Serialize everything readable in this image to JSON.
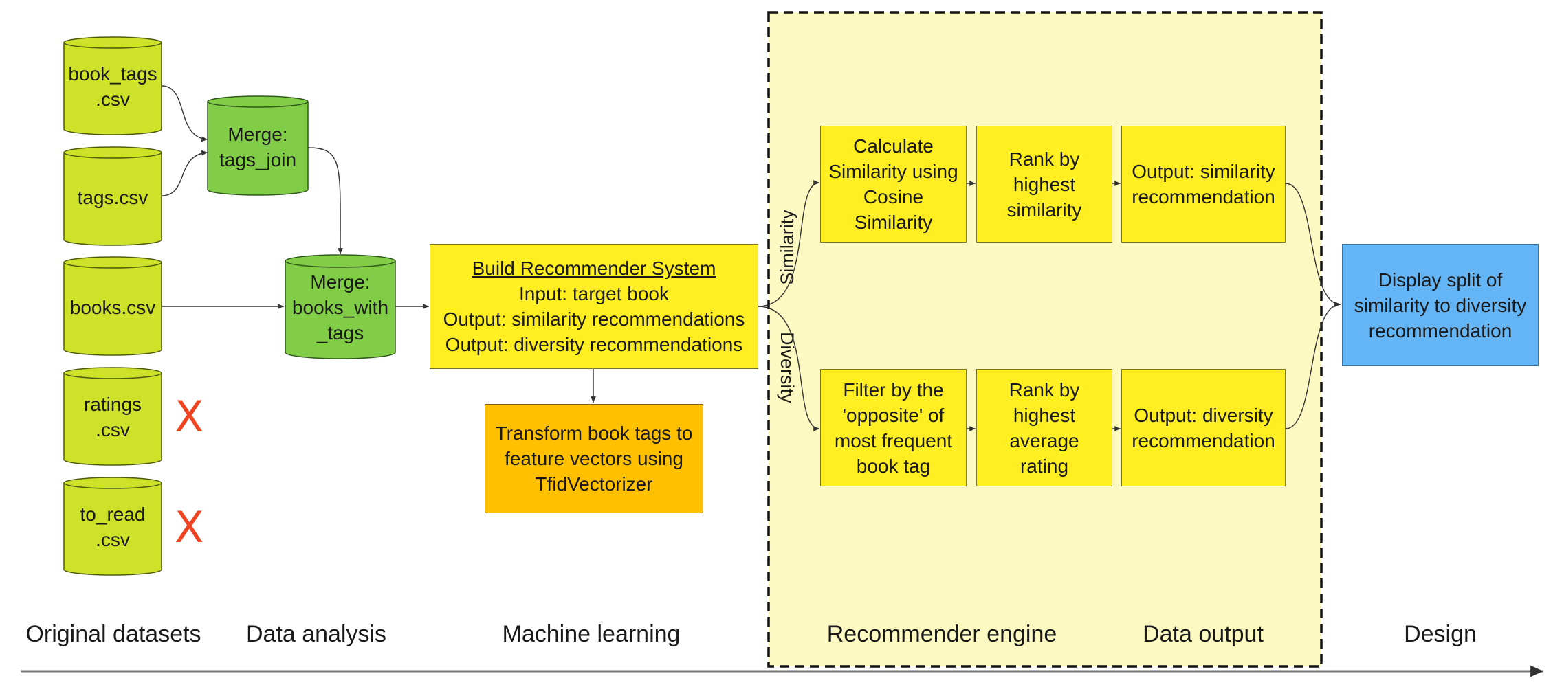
{
  "datasets": [
    {
      "line1": "book_tags",
      "line2": ".csv",
      "excluded": false
    },
    {
      "line1": "tags.csv",
      "line2": "",
      "excluded": false
    },
    {
      "line1": "books.csv",
      "line2": "",
      "excluded": false
    },
    {
      "line1": "ratings",
      "line2": ".csv",
      "excluded": true
    },
    {
      "line1": "to_read",
      "line2": ".csv",
      "excluded": true
    }
  ],
  "excluded_mark": "X",
  "merges": {
    "tags_join": {
      "line1": "Merge:",
      "line2": "tags_join"
    },
    "books_with_tags": {
      "line1": "Merge:",
      "line2": "books_with",
      "line3": "_tags"
    }
  },
  "ml": {
    "title": "Build Recommender System",
    "line1": "Input: target book",
    "line2": "Output: similarity recommendations",
    "line3": "Output: diversity recommendations",
    "transform": {
      "line1": "Transform book tags to",
      "line2": "feature vectors using",
      "line3": "TfidVectorizer"
    }
  },
  "branches": {
    "similarity": "Similarity",
    "diversity": "Diversity"
  },
  "engine": {
    "calc": [
      "Calculate",
      "Similarity using",
      "Cosine",
      "Similarity"
    ],
    "rank_sim": [
      "Rank by",
      "highest",
      "similarity"
    ],
    "filter": [
      "Filter by the",
      "'opposite' of",
      "most frequent",
      "book tag"
    ],
    "rank_div": [
      "Rank by",
      "highest",
      "average",
      "rating"
    ]
  },
  "output": {
    "similarity": [
      "Output: similarity",
      "recommendation"
    ],
    "diversity": [
      "Output: diversity",
      "recommendation"
    ]
  },
  "design": [
    "Display split of",
    "similarity to diversity",
    "recommendation"
  ],
  "stages": [
    "Original datasets",
    "Data analysis",
    "Machine learning",
    "Recommender engine",
    "Data output",
    "Design"
  ],
  "colors": {
    "dataset": "#cfe22a",
    "merge": "#82cd47",
    "process": "#ffee22",
    "transform": "#ffc000",
    "design": "#64b5f6",
    "engine_region": "#fdf9c2",
    "cross": "#ee4422"
  }
}
